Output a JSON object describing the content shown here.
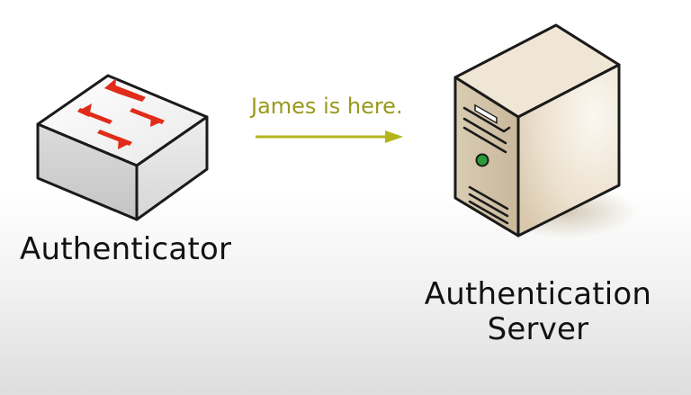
{
  "diagram": {
    "authenticator_label": "Authenticator",
    "message_label": "James is here.",
    "server_label_line1": "Authentication",
    "server_label_line2": "Server",
    "colors": {
      "message": "#9a9a1c",
      "arrow": "#b4b41c",
      "switch_arrows": "#e12c1a",
      "server_body": "#e8dccb",
      "server_led": "#2a9a3a"
    },
    "icons": {
      "switch": "network-switch-icon",
      "server": "server-tower-icon"
    }
  }
}
